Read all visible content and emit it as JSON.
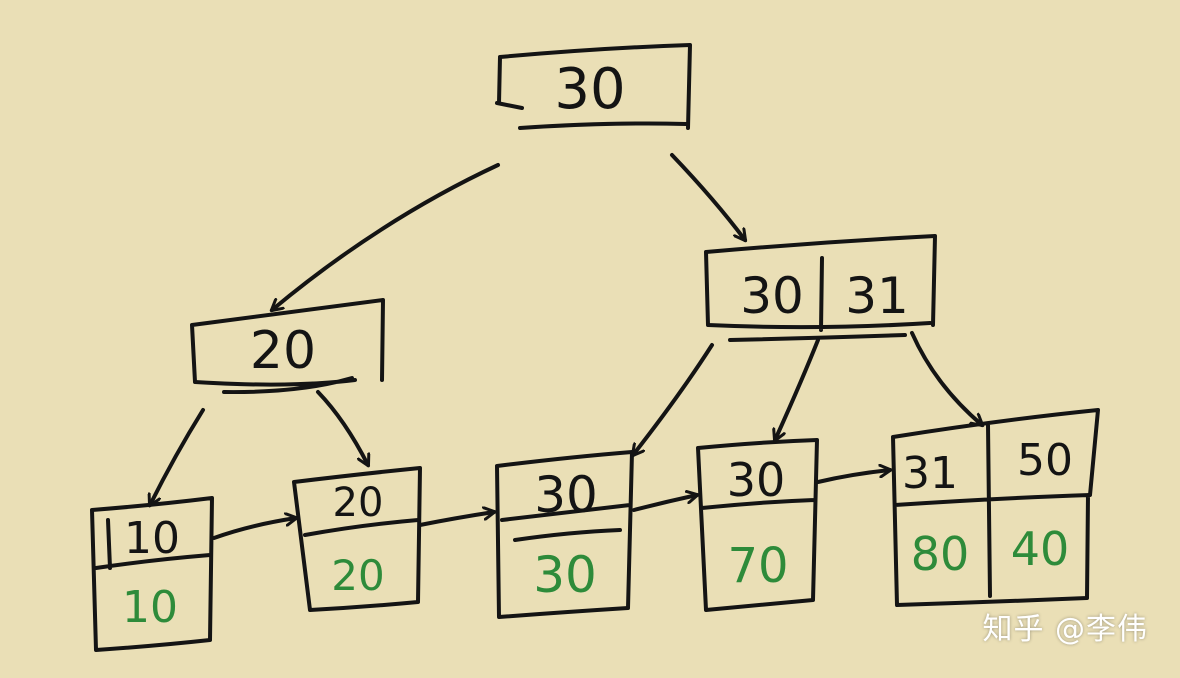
{
  "colors": {
    "paper": "#eadfb6",
    "ink": "#141414",
    "value_ink": "#2e8b3a",
    "watermark": "#ffffff"
  },
  "tree": {
    "root": {
      "keys": [
        "30"
      ]
    },
    "internal": [
      {
        "id": "left",
        "keys": [
          "20"
        ]
      },
      {
        "id": "right",
        "keys": [
          "30",
          "31"
        ]
      }
    ],
    "leaves": [
      {
        "id": "leaf-1",
        "entries": [
          {
            "key": "10",
            "value": "10"
          }
        ]
      },
      {
        "id": "leaf-2",
        "entries": [
          {
            "key": "20",
            "value": "20"
          }
        ]
      },
      {
        "id": "leaf-3",
        "entries": [
          {
            "key": "30",
            "value": "30"
          }
        ]
      },
      {
        "id": "leaf-4",
        "entries": [
          {
            "key": "30",
            "value": "70"
          }
        ]
      },
      {
        "id": "leaf-5",
        "entries": [
          {
            "key": "31",
            "value": "80"
          },
          {
            "key": "50",
            "value": "40"
          }
        ]
      }
    ]
  },
  "watermark": {
    "text": "知乎 @李伟"
  }
}
